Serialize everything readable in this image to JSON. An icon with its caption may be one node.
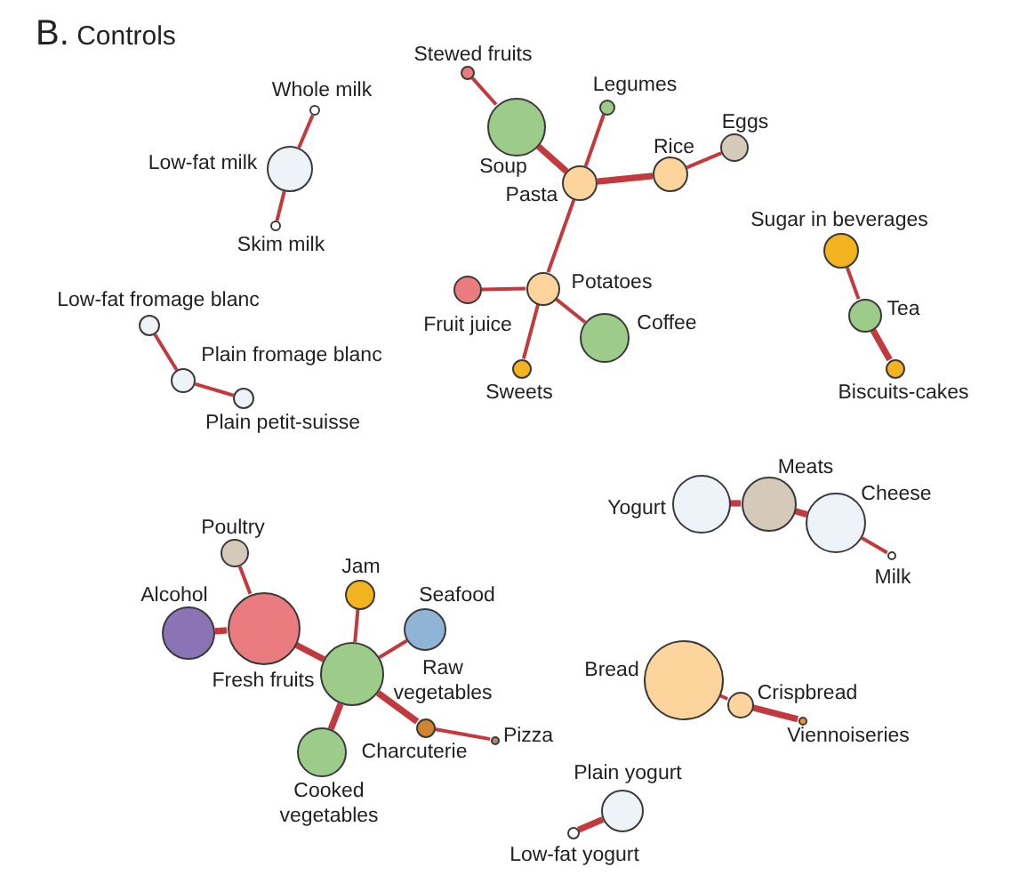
{
  "diagram": {
    "title": "B. Controls",
    "nodes": [
      {
        "text": [
          "Whole milk"
        ]
      },
      {
        "text": [
          "Low-fat milk"
        ]
      },
      {
        "text": [
          "Skim milk"
        ]
      },
      {
        "text": [
          "Stewed fruits"
        ]
      },
      {
        "text": [
          "Soup"
        ]
      },
      {
        "text": [
          "Legumes"
        ]
      },
      {
        "text": [
          "Pasta"
        ]
      },
      {
        "text": [
          "Rice"
        ]
      },
      {
        "text": [
          "Eggs"
        ]
      },
      {
        "text": [
          "Sugar in beverages"
        ]
      },
      {
        "text": [
          "Potatoes"
        ]
      },
      {
        "text": [
          "Fruit juice"
        ]
      },
      {
        "text": [
          "Coffee"
        ]
      },
      {
        "text": [
          "Sweets"
        ]
      },
      {
        "text": [
          "Tea"
        ]
      },
      {
        "text": [
          "Biscuits-cakes"
        ]
      },
      {
        "text": [
          "Low-fat fromage blanc"
        ]
      },
      {
        "text": [
          "Plain fromage blanc"
        ]
      },
      {
        "text": [
          "Plain petit-suisse"
        ]
      },
      {
        "text": [
          "Meats"
        ]
      },
      {
        "text": [
          "Yogurt"
        ]
      },
      {
        "text": [
          "Cheese"
        ]
      },
      {
        "text": [
          "Milk"
        ]
      },
      {
        "text": [
          "Poultry"
        ]
      },
      {
        "text": [
          "Jam"
        ]
      },
      {
        "text": [
          "Alcohol"
        ]
      },
      {
        "text": [
          "Seafood"
        ]
      },
      {
        "text": [
          "Fresh fruits"
        ]
      },
      {
        "text": [
          "Raw vegetables"
        ]
      },
      {
        "text": [
          "Pizza"
        ]
      },
      {
        "text": [
          "Charcuterie"
        ]
      },
      {
        "text": [
          "Cooked vegetables"
        ]
      },
      {
        "text": [
          "Bread"
        ]
      },
      {
        "text": [
          "Crispbread"
        ]
      },
      {
        "text": [
          "Viennoiseries"
        ]
      },
      {
        "text": [
          "Plain yogurt"
        ]
      },
      {
        "text": [
          "Low-fat yogurt"
        ]
      }
    ],
    "edges": [
      {
        "from": 0,
        "to": 1,
        "arrow": "none"
      },
      {
        "from": 1,
        "to": 2,
        "arrow": "none"
      },
      {
        "from": 3,
        "to": 4,
        "arrow": "none"
      },
      {
        "from": 4,
        "to": 6,
        "arrow": "none",
        "style": "thick"
      },
      {
        "from": 5,
        "to": 6,
        "arrow": "none"
      },
      {
        "from": 6,
        "to": 7,
        "arrow": "none",
        "style": "thick"
      },
      {
        "from": 7,
        "to": 8,
        "arrow": "none"
      },
      {
        "from": 6,
        "to": 10,
        "arrow": "none"
      },
      {
        "from": 11,
        "to": 10,
        "arrow": "none"
      },
      {
        "from": 10,
        "to": 12,
        "arrow": "none"
      },
      {
        "from": 10,
        "to": 13,
        "arrow": "none"
      },
      {
        "from": 9,
        "to": 14,
        "arrow": "none"
      },
      {
        "from": 14,
        "to": 15,
        "arrow": "none",
        "style": "thick"
      },
      {
        "from": 16,
        "to": 17,
        "arrow": "none"
      },
      {
        "from": 17,
        "to": 18,
        "arrow": "none"
      },
      {
        "from": 20,
        "to": 19,
        "arrow": "none",
        "style": "thick"
      },
      {
        "from": 19,
        "to": 21,
        "arrow": "none",
        "style": "thick"
      },
      {
        "from": 21,
        "to": 22,
        "arrow": "none"
      },
      {
        "from": 23,
        "to": 27,
        "arrow": "none"
      },
      {
        "from": 25,
        "to": 27,
        "arrow": "none",
        "style": "thick"
      },
      {
        "from": 27,
        "to": 28,
        "arrow": "none",
        "style": "thick"
      },
      {
        "from": 24,
        "to": 28,
        "arrow": "none"
      },
      {
        "from": 26,
        "to": 28,
        "arrow": "none"
      },
      {
        "from": 28,
        "to": 31,
        "arrow": "none",
        "style": "thick"
      },
      {
        "from": 28,
        "to": 30,
        "arrow": "none",
        "style": "thick"
      },
      {
        "from": 30,
        "to": 29,
        "arrow": "none"
      },
      {
        "from": 32,
        "to": 33,
        "arrow": "none"
      },
      {
        "from": 33,
        "to": 34,
        "arrow": "none",
        "style": "thick"
      },
      {
        "from": 36,
        "to": 35,
        "arrow": "none",
        "style": "thick"
      }
    ]
  }
}
